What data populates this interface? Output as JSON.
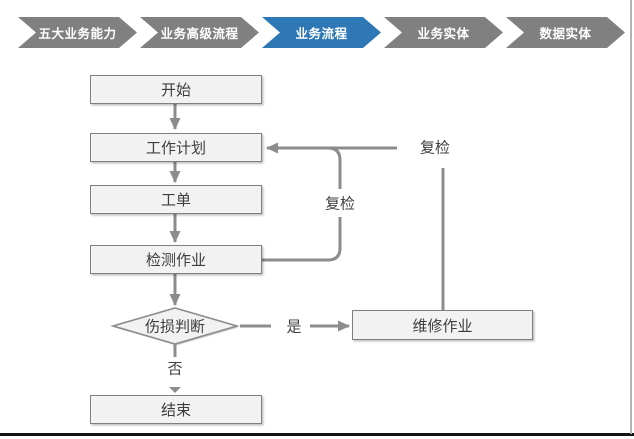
{
  "tabs": {
    "items": [
      {
        "label": "五大业务能力",
        "active": false
      },
      {
        "label": "业务高级流程",
        "active": false
      },
      {
        "label": "业务流程",
        "active": true
      },
      {
        "label": "业务实体",
        "active": false
      },
      {
        "label": "数据实体",
        "active": false
      }
    ],
    "active_color": "#2e78b5",
    "inactive_color": "#808080"
  },
  "flowchart": {
    "nodes": [
      {
        "id": "start",
        "label": "开始",
        "shape": "rect"
      },
      {
        "id": "work-plan",
        "label": "工作计划",
        "shape": "rect"
      },
      {
        "id": "work-order",
        "label": "工单",
        "shape": "rect"
      },
      {
        "id": "inspection",
        "label": "检测作业",
        "shape": "rect"
      },
      {
        "id": "damage-judgment",
        "label": "伤损判断",
        "shape": "diamond"
      },
      {
        "id": "end",
        "label": "结束",
        "shape": "rect"
      },
      {
        "id": "repair",
        "label": "维修作业",
        "shape": "rect"
      }
    ],
    "edge_labels": {
      "yes": "是",
      "no": "否",
      "recheck_inner": "复检",
      "recheck_outer": "复检"
    },
    "colors": {
      "node_fill": "#f2f2f2",
      "node_border": "#7f7f7f",
      "connector": "#8c8c8c",
      "text": "#3d3d3d"
    }
  }
}
